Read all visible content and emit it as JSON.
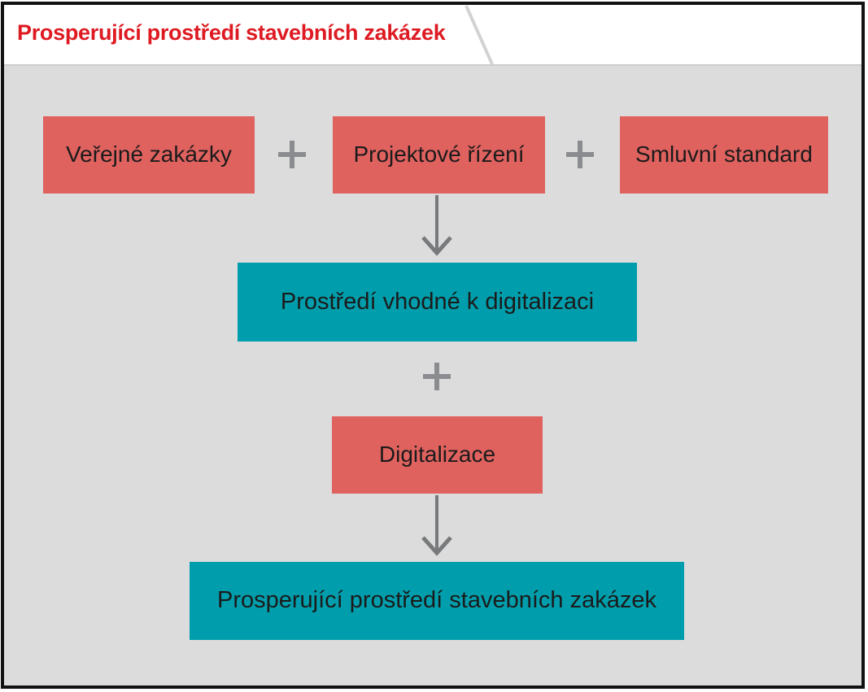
{
  "header": {
    "title": "Prosperující prostředí stavebních zakázek"
  },
  "diagram": {
    "plus_symbol": "+",
    "inputs": [
      {
        "label": "Veřejné zakázky"
      },
      {
        "label": "Projektové řízení"
      },
      {
        "label": "Smluvní standard"
      }
    ],
    "intermediate": {
      "label": "Prostředí vhodné k digitalizaci"
    },
    "addition": {
      "label": "Digitalizace"
    },
    "result": {
      "label": "Prosperující prostředí stavebních zakázek"
    }
  },
  "colors": {
    "accent_red": "#DE1A22",
    "box_red": "#E0625F",
    "box_teal": "#009EAC",
    "canvas_gray": "#DCDCDC",
    "connector_gray": "#8A8C8F",
    "arrow_gray": "#77797B",
    "box_text": "#1B1B1B",
    "frame_black": "#121212"
  }
}
